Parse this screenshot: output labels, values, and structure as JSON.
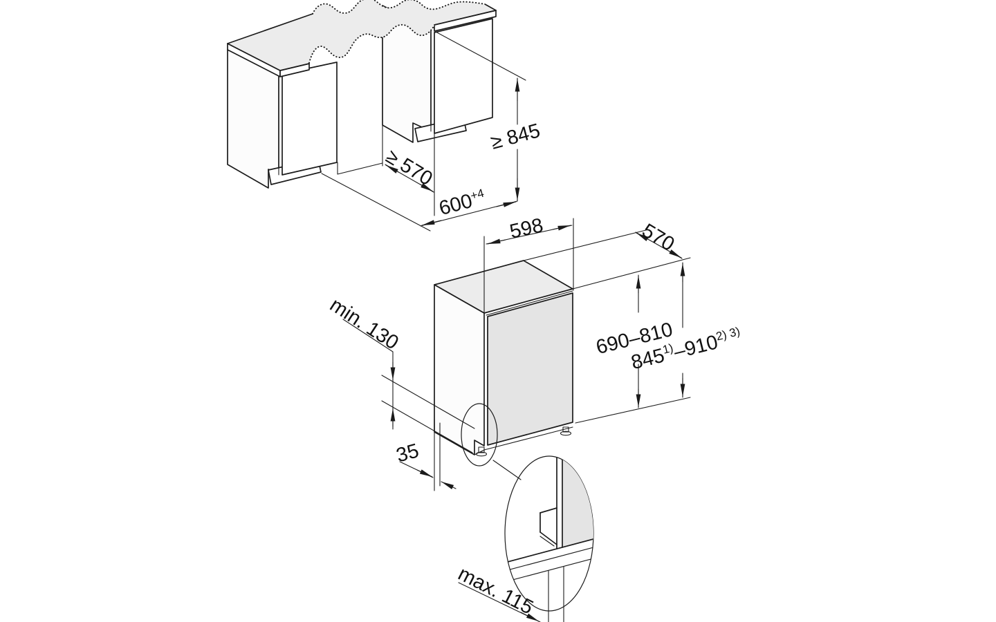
{
  "diagram": {
    "kind": "built-under dishwasher installation dimension drawing",
    "background_color": "#ffffff",
    "line_color": "#1b1b1b",
    "worktop_color": "#ececec",
    "door_color": "#e4e4e4",
    "niche_view": {
      "height_min": "≥ 845",
      "depth_min": "≥ 570",
      "width": "600",
      "width_tol": "+4"
    },
    "appliance_view": {
      "width": "598",
      "depth": "570",
      "build_height": "690–810",
      "overall_height_from": "845",
      "overall_height_from_note": "1)",
      "overall_height_to": "–910",
      "overall_height_to_note": "2) 3)",
      "plinth_min": "min. 130",
      "front_offset": "35",
      "plinth_detail_max": "max. 115"
    }
  }
}
